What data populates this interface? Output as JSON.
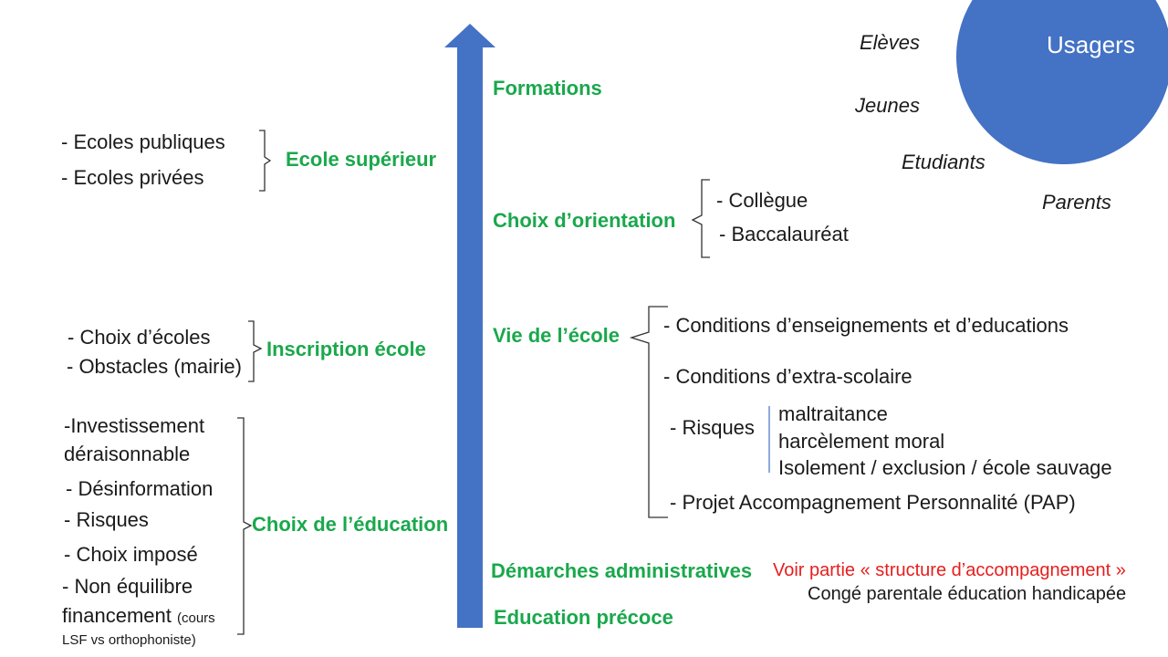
{
  "circle": {
    "label": "Usagers",
    "color": "#4472c4"
  },
  "arrow_color": "#4472c4",
  "usagers": [
    "Elèves",
    "Jeunes",
    "Etudiants",
    "Parents"
  ],
  "axis_labels": {
    "formations": "Formations",
    "orientation": "Choix d’orientation",
    "vie_ecole": "Vie de l’école",
    "demarches": "Démarches administratives",
    "education_precoce": "Education précoce"
  },
  "left_labels": {
    "ecole_superieur": "Ecole supérieur",
    "inscription": "Inscription école",
    "choix_education": "Choix de l’éducation"
  },
  "ecole_superieur_items": [
    "- Ecoles publiques",
    "- Ecoles privées"
  ],
  "inscription_items": [
    "- Choix d’écoles",
    "- Obstacles (mairie)"
  ],
  "choix_education_items": {
    "investissement_1": "-Investissement",
    "investissement_2": "déraisonnable",
    "desinformation": "- Désinformation",
    "risques": "- Risques",
    "choix_impose": "- Choix imposé",
    "non_equilibre_1": "- Non équilibre",
    "non_equilibre_2": "financement",
    "non_equilibre_note_1": "(cours",
    "non_equilibre_note_2": "LSF vs orthophoniste)"
  },
  "orientation_items": [
    "- Collègue",
    "- Baccalauréat"
  ],
  "vie_ecole_items": {
    "conditions_enseignement": "- Conditions d’enseignements et d’educations",
    "conditions_extra": "- Conditions d’extra-scolaire",
    "risques": "- Risques",
    "risques_sub": [
      "maltraitance",
      "harcèlement moral",
      "Isolement / exclusion / école sauvage"
    ],
    "pap": "- Projet Accompagnement Personnalité (PAP)"
  },
  "demarches_note": "Voir partie « structure d’accompagnement »",
  "conge": "Congé parentale éducation handicapée"
}
